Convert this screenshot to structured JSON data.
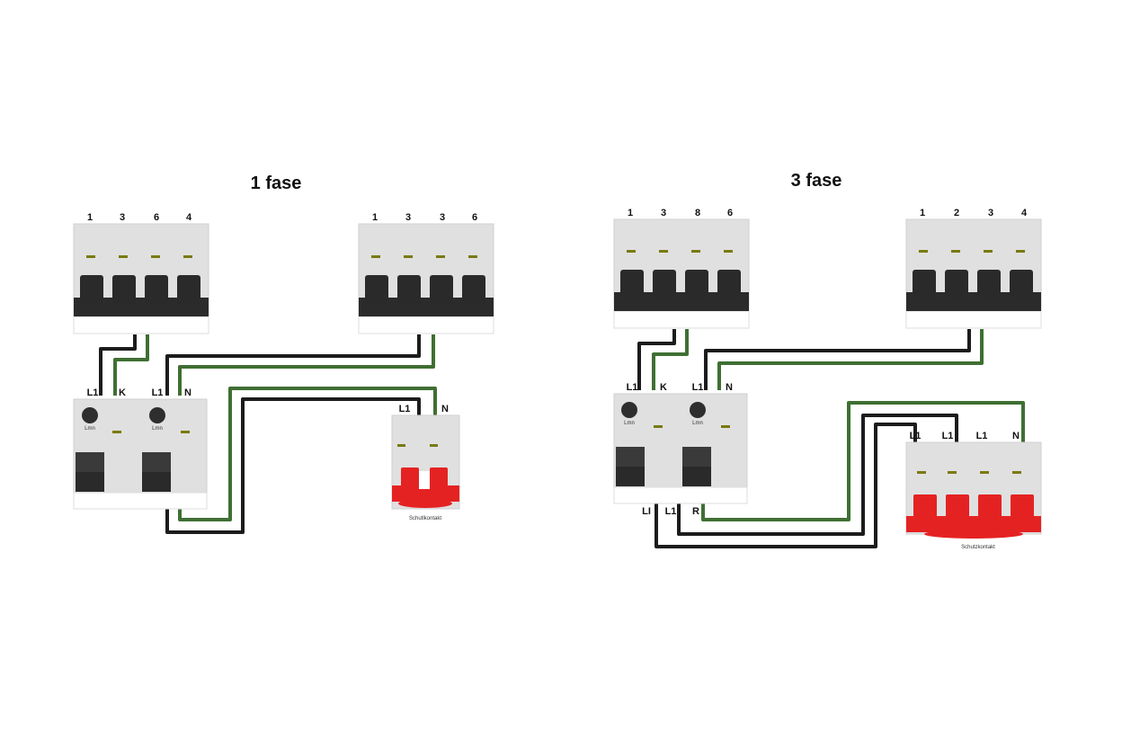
{
  "colors": {
    "wire_black": "#1c1c1c",
    "wire_green": "#3f6f33",
    "red": "#e52222",
    "body_grey": "#e0e0e0",
    "lever": "#2a2a2a",
    "indicator": "#7a7a10"
  },
  "left": {
    "title": "1 fase",
    "breaker_a": {
      "terminals": [
        "1",
        "3",
        "6",
        "4"
      ]
    },
    "breaker_b": {
      "terminals": [
        "1",
        "3",
        "3",
        "6"
      ]
    },
    "rcbo": {
      "labels": [
        "L1",
        "K",
        "L1",
        "N"
      ],
      "knob_text": [
        "Lmn",
        "Lmn"
      ]
    },
    "contactor": {
      "labels": [
        "L1",
        "N"
      ],
      "caption": "Schutlkontakt"
    }
  },
  "right": {
    "title": "3 fase",
    "breaker_a": {
      "terminals": [
        "1",
        "3",
        "8",
        "6"
      ]
    },
    "breaker_b": {
      "terminals": [
        "1",
        "2",
        "3",
        "4"
      ]
    },
    "rcbo": {
      "labels": [
        "L1",
        "K",
        "L1",
        "N"
      ],
      "bottom_labels": [
        "LI",
        "L1",
        "R"
      ],
      "knob_text": [
        "Lmn",
        "Lmn"
      ]
    },
    "contactor": {
      "labels": [
        "L1",
        "L1",
        "L1",
        "N"
      ],
      "caption": "Schutzkontakt"
    }
  }
}
